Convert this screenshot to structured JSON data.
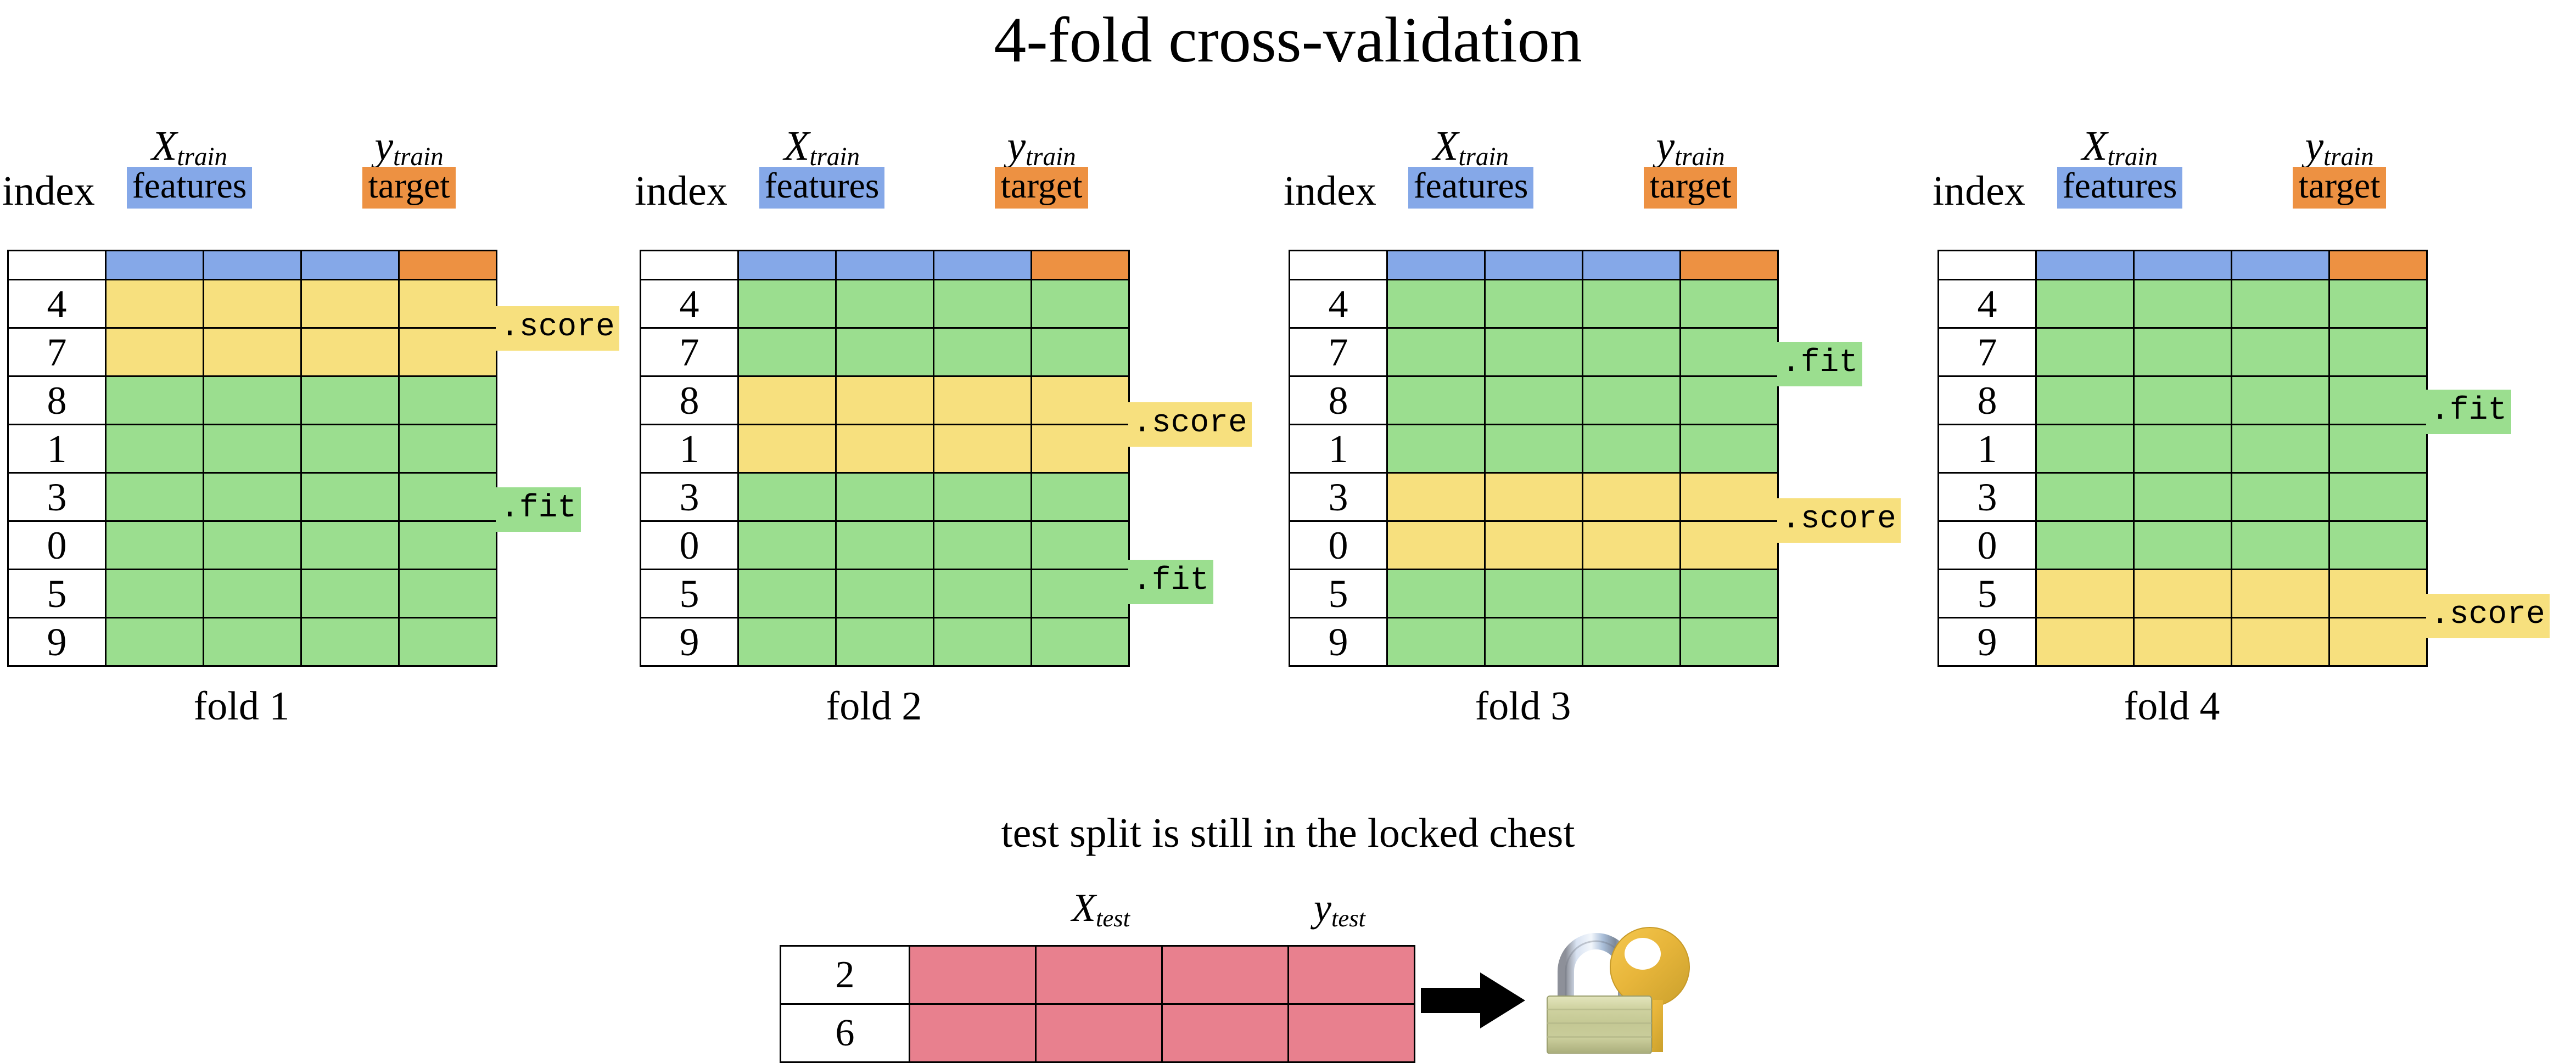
{
  "title": "4-fold cross-validation",
  "columns": {
    "index_label": "index",
    "x_symbol": "X",
    "x_sub": "train",
    "y_symbol": "y",
    "y_sub": "train",
    "features_label": "features",
    "target_label": "target"
  },
  "code_labels": {
    "score": ".score",
    "fit": ".fit"
  },
  "colors": {
    "features_blue": "#85a8e8",
    "target_orange": "#ed9142",
    "train_green": "#9bde8f",
    "validation_yellow": "#f7e07e",
    "test_pink": "#e8808e"
  },
  "folds": [
    {
      "caption": "fold 1",
      "indices": [
        "4",
        "7",
        "8",
        "1",
        "3",
        "0",
        "5",
        "9"
      ],
      "roles": [
        "score",
        "score",
        "fit",
        "fit",
        "fit",
        "fit",
        "fit",
        "fit"
      ]
    },
    {
      "caption": "fold 2",
      "indices": [
        "4",
        "7",
        "8",
        "1",
        "3",
        "0",
        "5",
        "9"
      ],
      "roles": [
        "fit",
        "fit",
        "score",
        "score",
        "fit",
        "fit",
        "fit",
        "fit"
      ]
    },
    {
      "caption": "fold 3",
      "indices": [
        "4",
        "7",
        "8",
        "1",
        "3",
        "0",
        "5",
        "9"
      ],
      "roles": [
        "fit",
        "fit",
        "fit",
        "fit",
        "score",
        "score",
        "fit",
        "fit"
      ]
    },
    {
      "caption": "fold 4",
      "indices": [
        "4",
        "7",
        "8",
        "1",
        "3",
        "0",
        "5",
        "9"
      ],
      "roles": [
        "fit",
        "fit",
        "fit",
        "fit",
        "fit",
        "fit",
        "score",
        "score"
      ]
    }
  ],
  "bottom": {
    "note": "test split is still in the locked chest",
    "x_symbol": "X",
    "x_sub": "test",
    "y_symbol": "y",
    "y_sub": "test",
    "indices": [
      "2",
      "6"
    ],
    "arrow_icon": "right-arrow-icon",
    "lock_icon": "closed-lock-with-key-icon"
  }
}
